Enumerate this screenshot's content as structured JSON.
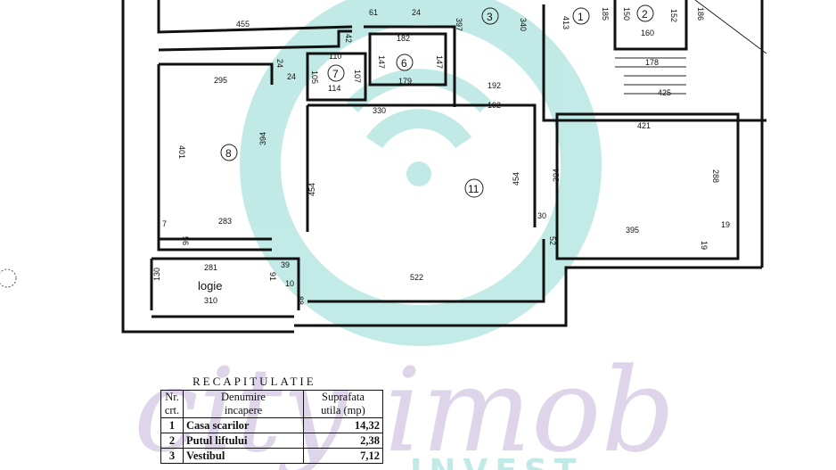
{
  "watermark": {
    "logo_text": "city imob",
    "logo_subtext": "INVEST",
    "ring_color": "#8fd9d4",
    "text_color": "#c4b3d9"
  },
  "rooms": {
    "r1": "1",
    "r2": "2",
    "r3": "3",
    "r6": "6",
    "r7": "7",
    "r8": "8",
    "r11": "11",
    "logie": "logie"
  },
  "dimensions": [
    "455",
    "61",
    "24",
    "397",
    "42",
    "182",
    "147",
    "147",
    "179",
    "110",
    "105",
    "107",
    "114",
    "24",
    "24",
    "295",
    "192",
    "330",
    "192",
    "340",
    "413",
    "185",
    "150",
    "160",
    "152",
    "186",
    "178",
    "425",
    "421",
    "401",
    "394",
    "454",
    "454",
    "304",
    "288",
    "283",
    "7",
    "56",
    "30",
    "395",
    "52",
    "19",
    "19",
    "281",
    "39",
    "130",
    "91",
    "310",
    "10",
    "522",
    "88"
  ],
  "recapitulatie": {
    "title": "RECAPITULATIE",
    "headers": {
      "nr": "Nr.",
      "nr2": "crt.",
      "den": "Denumire",
      "den2": "incapere",
      "sup": "Suprafata",
      "sup2": "utila (mp)"
    },
    "rows": [
      {
        "nr": "1",
        "name": "Casa scarilor",
        "area": "14,32"
      },
      {
        "nr": "2",
        "name": "Putul liftului",
        "area": "2,38"
      },
      {
        "nr": "3",
        "name": "Vestibul",
        "area": "7,12"
      }
    ]
  }
}
